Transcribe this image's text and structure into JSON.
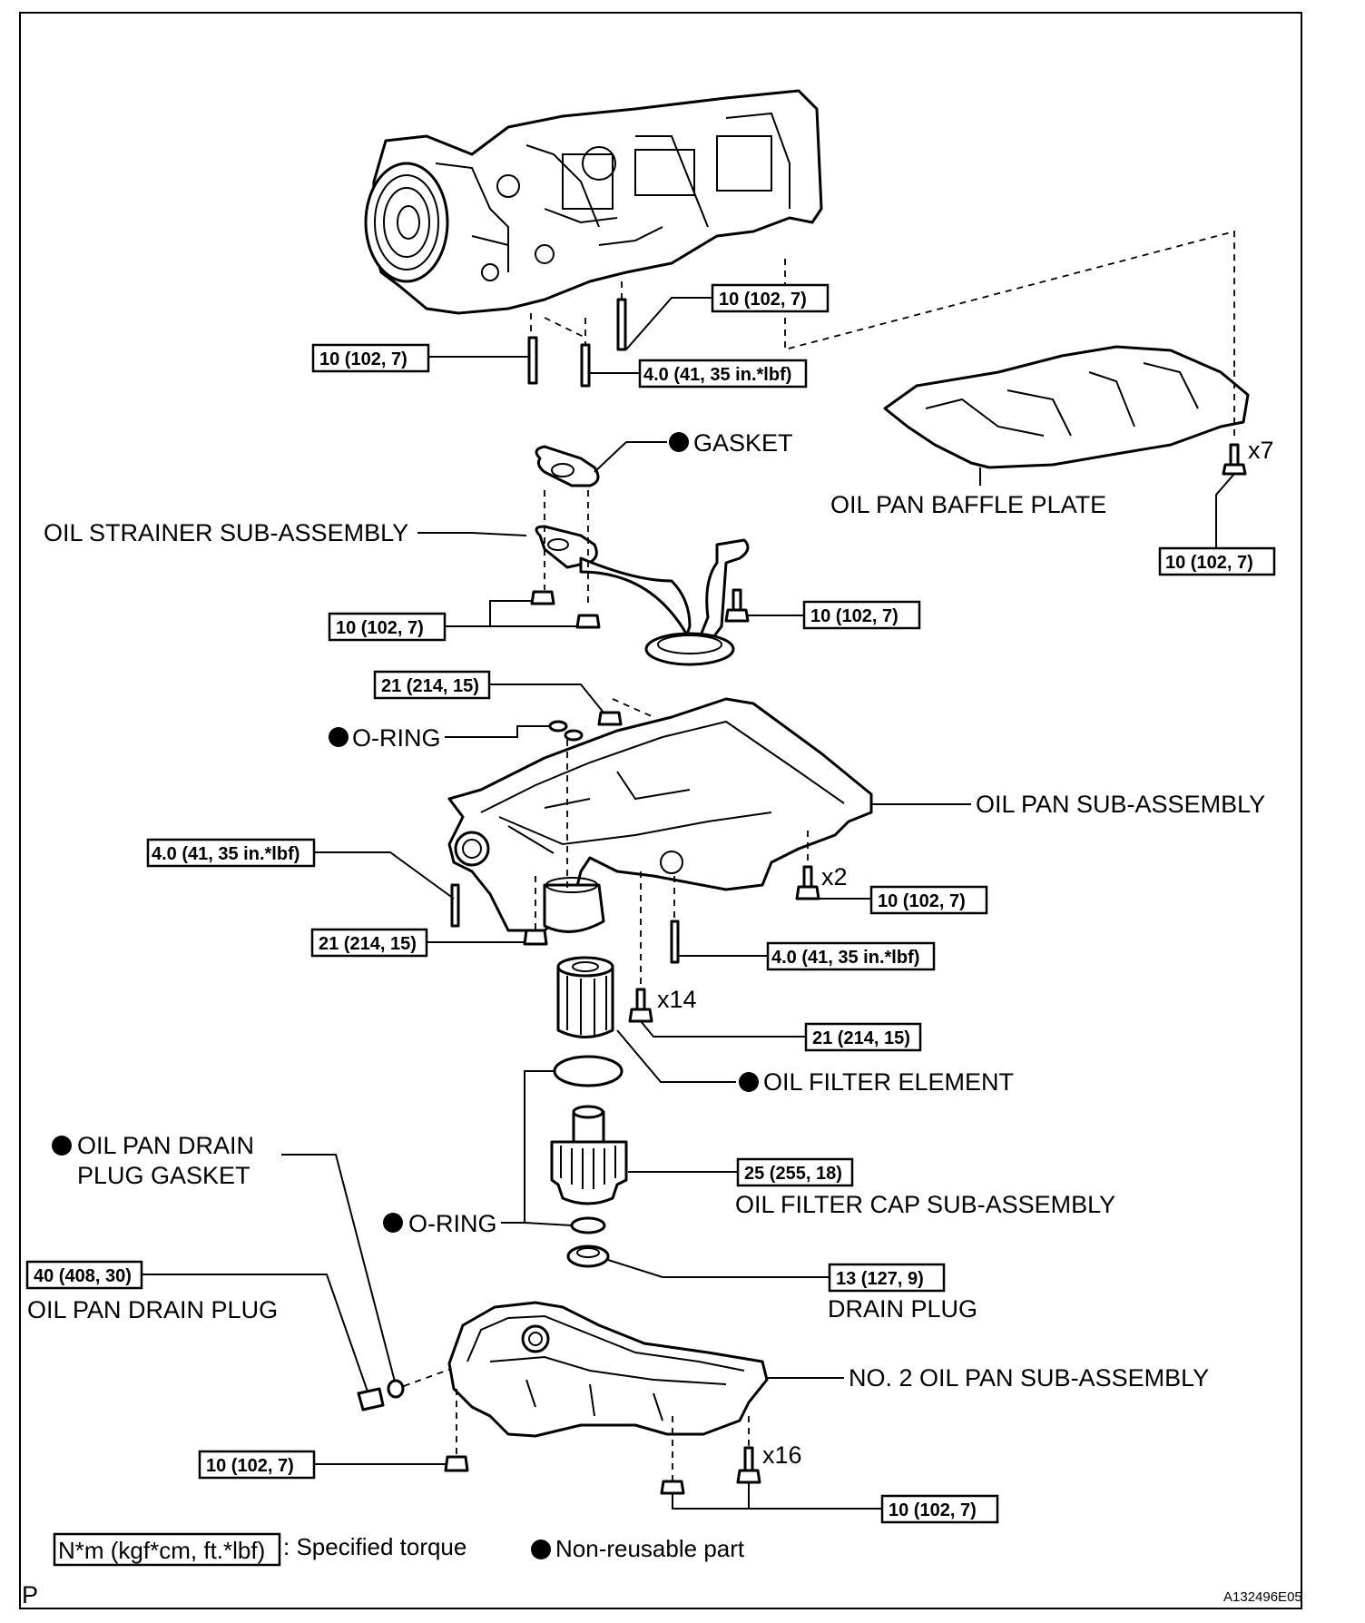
{
  "parts": {
    "gasket": "GASKET",
    "oil_pan_baffle_plate": "OIL PAN BAFFLE PLATE",
    "oil_strainer": "OIL STRAINER SUB-ASSEMBLY",
    "o_ring_upper": "O-RING",
    "oil_pan": "OIL PAN SUB-ASSEMBLY",
    "oil_filter_element": "OIL FILTER ELEMENT",
    "drain_plug_gasket_line1": "OIL PAN DRAIN",
    "drain_plug_gasket_line2": "PLUG GASKET",
    "oil_filter_cap": "OIL FILTER CAP SUB-ASSEMBLY",
    "o_ring_lower": "O-RING",
    "oil_pan_drain_plug": "OIL PAN DRAIN PLUG",
    "drain_plug": "DRAIN PLUG",
    "no2_oil_pan": "NO. 2 OIL PAN SUB-ASSEMBLY"
  },
  "torques": {
    "stud_top_right": "10 (102, 7)",
    "stud_left": "10 (102, 7)",
    "stud_mid": "4.0 (41, 35 in.*lbf)",
    "baffle_bolt": "10 (102, 7)",
    "strainer_nuts": "10 (102, 7)",
    "strainer_bolt": "10 (102, 7)",
    "pan_nut_top": "21 (214, 15)",
    "pan_stud_left": "4.0 (41, 35 in.*lbf)",
    "pan_bolt_x2": "10 (102, 7)",
    "pan_nut_bottom": "21 (214, 15)",
    "pan_stud_right": "4.0 (41, 35 in.*lbf)",
    "pan_bolts_x14": "21 (214, 15)",
    "filter_cap": "25 (255, 18)",
    "drain_plug_small": "13 (127, 9)",
    "drain_plug_large": "40 (408, 30)",
    "no2_pan_nut": "10 (102, 7)",
    "no2_pan_bolts": "10 (102, 7)"
  },
  "counts": {
    "baffle_bolts": "x7",
    "pan_bolts_a": "x2",
    "pan_bolts_b": "x14",
    "no2_pan_bolts": "x16"
  },
  "legend": {
    "torque_unit": "N*m (kgf*cm, ft.*lbf)",
    "torque_desc": ": Specified torque",
    "nonreusable": "Non-reusable part"
  },
  "corner_left": "P",
  "figure_id": "A132496E05"
}
